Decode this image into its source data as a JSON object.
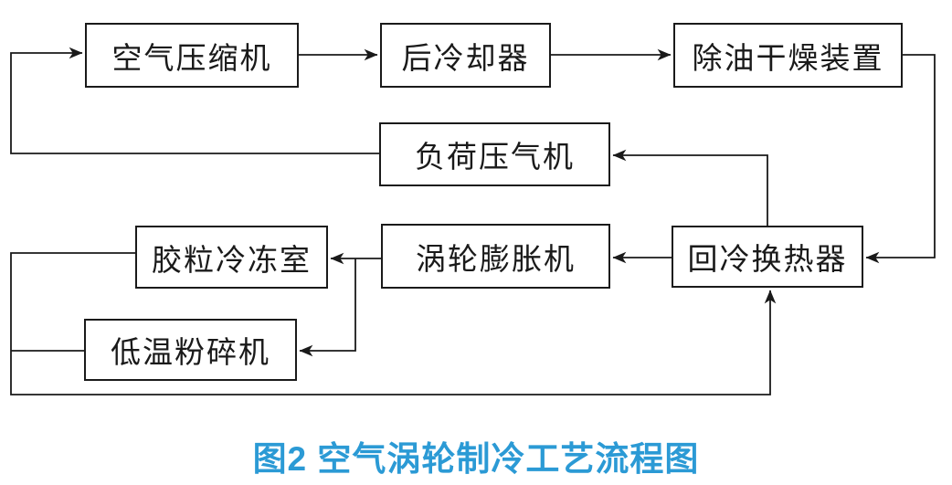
{
  "diagram": {
    "caption": "图2 空气涡轮制冷工艺流程图",
    "caption_color": "#2b9ad5",
    "line_color": "#1a1a1a",
    "background_color": "#ffffff",
    "nodes": [
      {
        "id": "air-compressor",
        "label": "空气压缩机"
      },
      {
        "id": "aftercooler",
        "label": "后冷却器"
      },
      {
        "id": "oil-dryer",
        "label": "除油干燥装置"
      },
      {
        "id": "load-compressor",
        "label": "负荷压气机"
      },
      {
        "id": "pellet-freezer",
        "label": "胶粒冷冻室"
      },
      {
        "id": "turbo-expander",
        "label": "涡轮膨胀机"
      },
      {
        "id": "heat-exchanger",
        "label": "回冷换热器"
      },
      {
        "id": "cryo-pulverizer",
        "label": "低温粉碎机"
      }
    ],
    "edges": [
      {
        "from": "load-compressor",
        "to": "air-compressor"
      },
      {
        "from": "air-compressor",
        "to": "aftercooler"
      },
      {
        "from": "aftercooler",
        "to": "oil-dryer"
      },
      {
        "from": "oil-dryer",
        "to": "heat-exchanger"
      },
      {
        "from": "heat-exchanger",
        "to": "load-compressor"
      },
      {
        "from": "heat-exchanger",
        "to": "turbo-expander"
      },
      {
        "from": "turbo-expander",
        "to": "pellet-freezer"
      },
      {
        "from": "turbo-expander",
        "to": "cryo-pulverizer"
      },
      {
        "from": "pellet-freezer",
        "to": "heat-exchanger"
      },
      {
        "from": "cryo-pulverizer",
        "to": "heat-exchanger"
      }
    ]
  }
}
